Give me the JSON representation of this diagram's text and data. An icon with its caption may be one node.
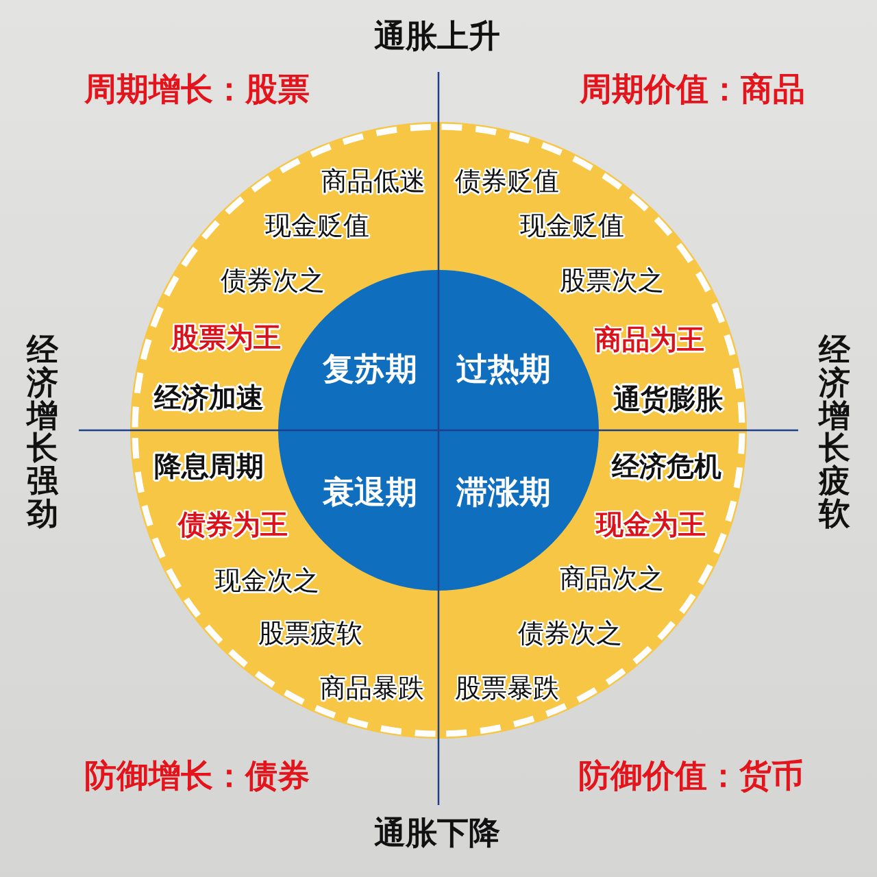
{
  "diagram": {
    "nodes": [
      {
        "text": [
          "商品低迷",
          "现金贬值",
          "债券次之",
          "股票为王",
          "经济加速"
        ]
      },
      {
        "text": [
          "复苏期"
        ],
        "in": 0
      },
      {
        "text": [
          "债券贬值",
          "现金贬值",
          "股票次之",
          "商品为王",
          "通货膨胀"
        ]
      },
      {
        "text": [
          "过热期"
        ],
        "in": 2
      },
      {
        "text": [
          "降息周期",
          "债券为王",
          "现金次之",
          "股票疲软",
          "商品暴跌"
        ]
      },
      {
        "text": [
          "衰退期"
        ],
        "in": 4
      },
      {
        "text": [
          "经济危机",
          "现金为王",
          "商品次之",
          "债券次之",
          "股票暴跌"
        ]
      },
      {
        "text": [
          "滞涨期"
        ],
        "in": 6
      }
    ],
    "labels": [
      "通胀上升",
      "周期增长：股票",
      "周期价值：商品",
      "经济增长强劲",
      "经济增长疲软",
      "防御增长：债券",
      "防御价值：货币",
      "通胀下降"
    ]
  }
}
